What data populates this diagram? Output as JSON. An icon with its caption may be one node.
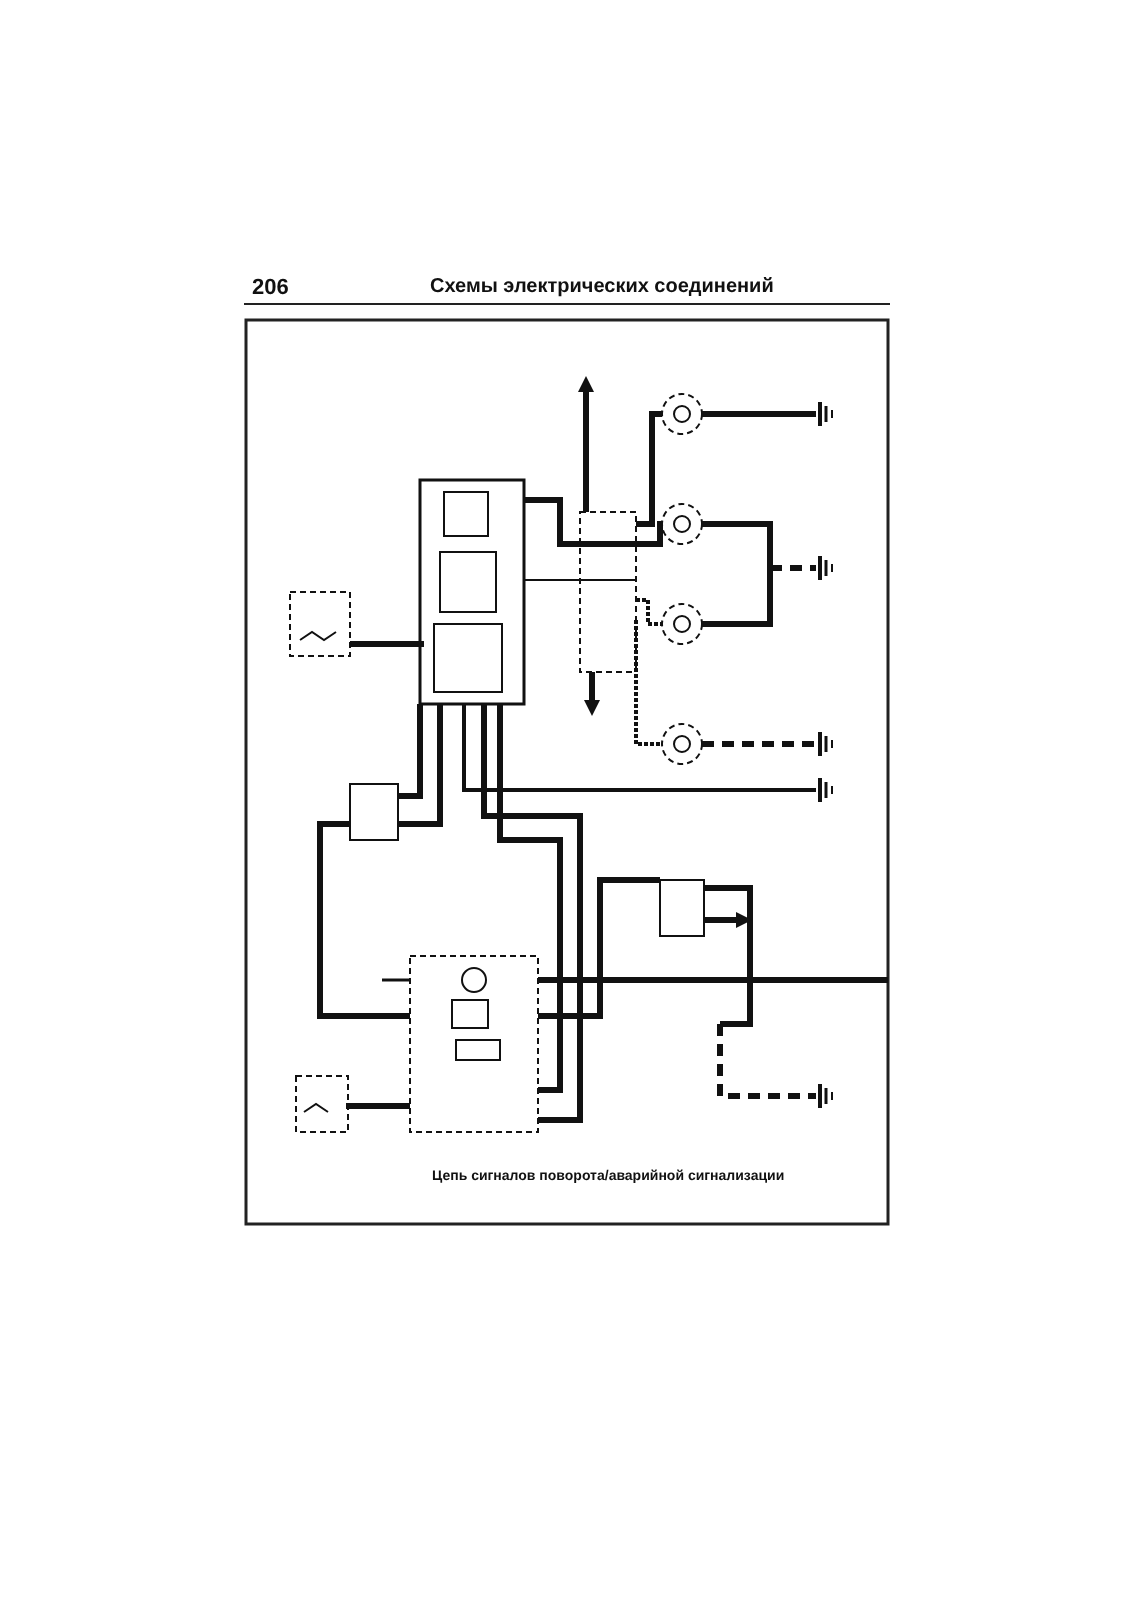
{
  "diagram": {
    "title": "Схемы электрических соединений",
    "caption": "Цепь сигналов поворота/аварийной сигнализации",
    "labels": [
      "206"
    ]
  }
}
